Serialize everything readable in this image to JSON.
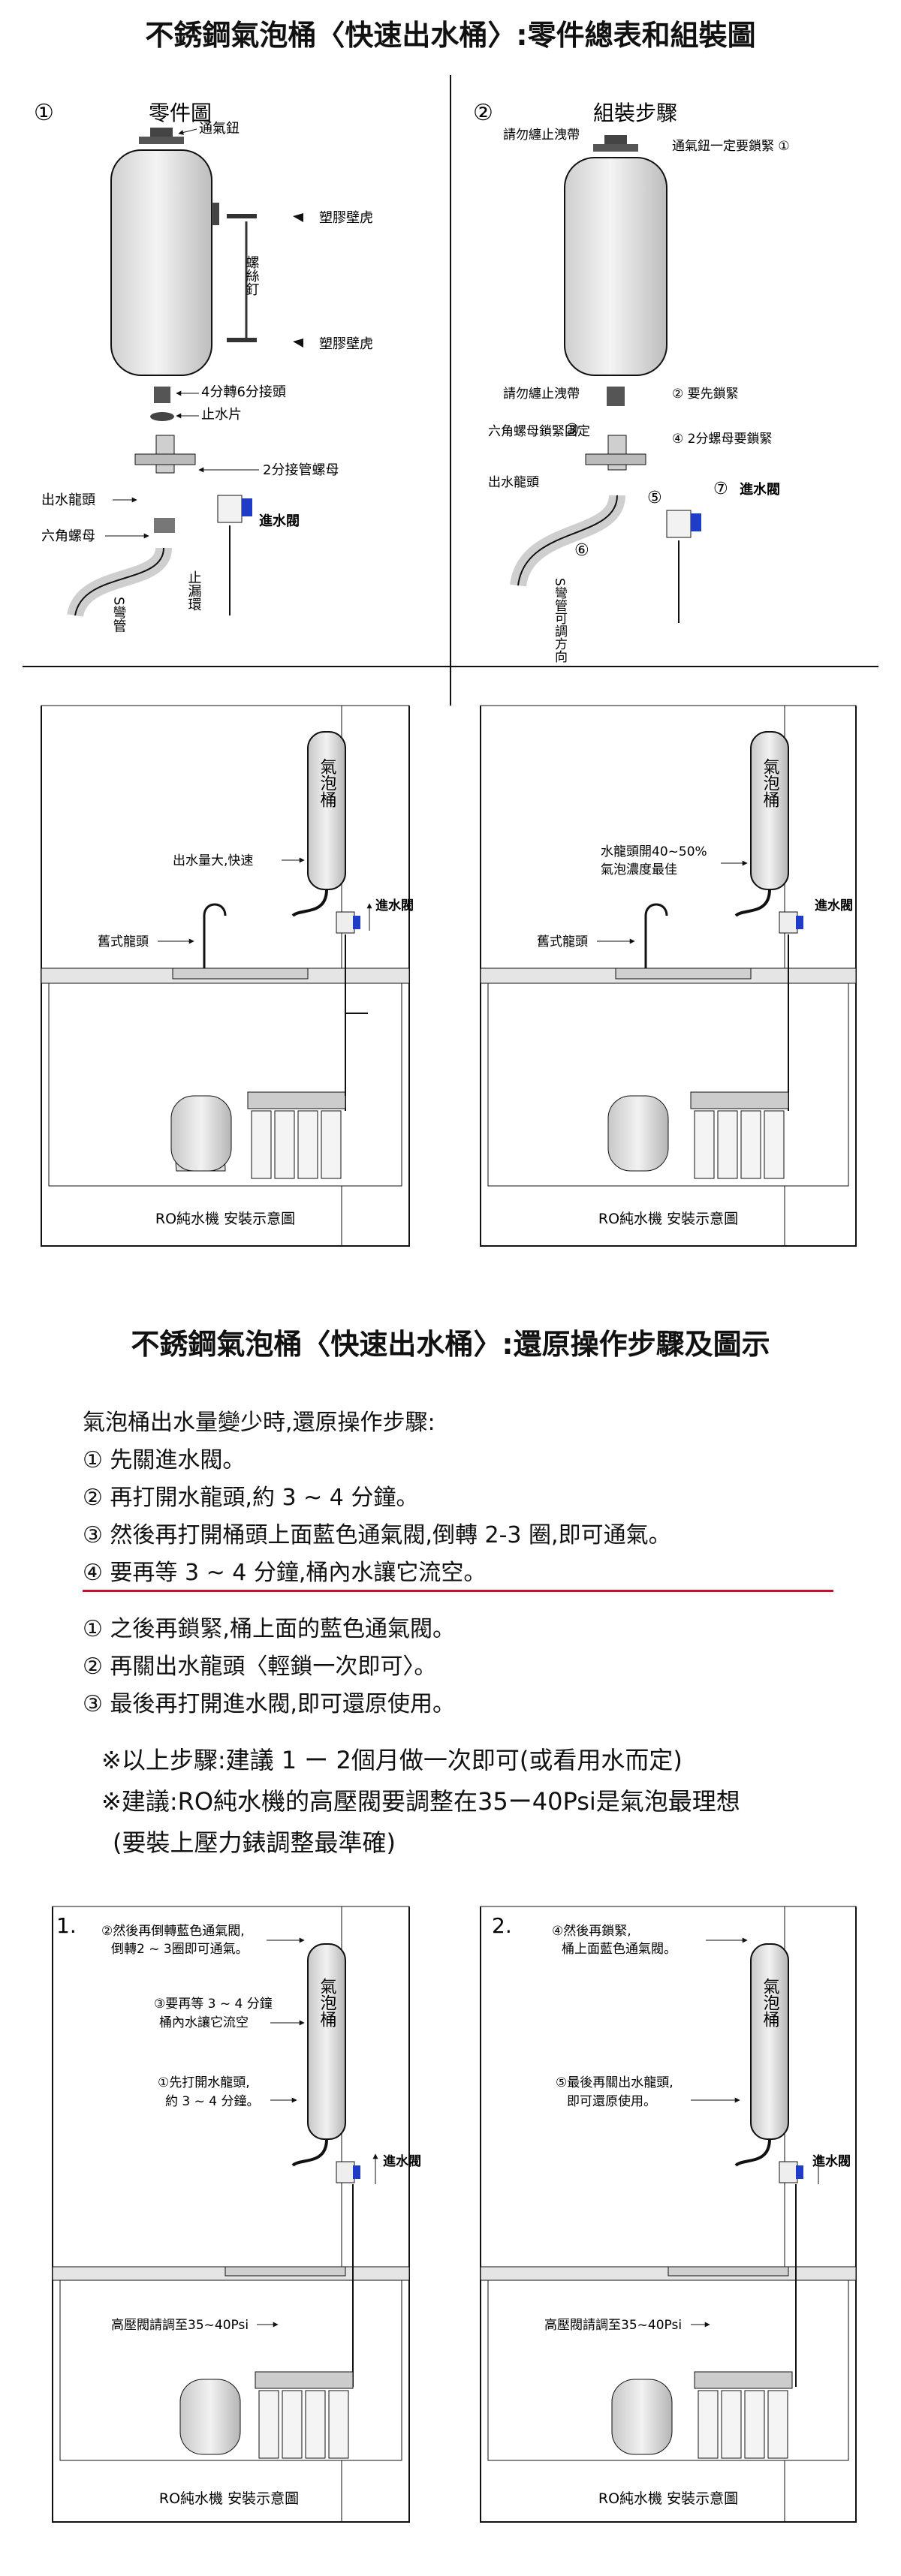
{
  "top_title": "不銹鋼氣泡桶〈快速出水桶〉:零件總表和組裝圖",
  "parts_panel": {
    "number": "①",
    "title": "零件圖",
    "labels": {
      "vent_knob": "通氣鈕",
      "screw": "螺絲釘",
      "anchor1": "塑膠壁虎",
      "anchor2": "塑膠壁虎",
      "adapter": "4分轉6分接頭",
      "washer": "止水片",
      "nut_connector": "2分接管螺母",
      "outlet_faucet": "出水龍頭",
      "hex_nut": "六角螺母",
      "inlet_valve": "進水閥",
      "leak_ring": "止漏環",
      "s_pipe": "S彎管"
    }
  },
  "assembly_panel": {
    "number": "②",
    "title": "組裝步驟",
    "labels": {
      "no_tape_top": "請勿纏止洩帶",
      "vent_tight": "通氣鈕一定要鎖緊 ①",
      "no_tape_bottom": "請勿纏止洩帶",
      "must_tight": "② 要先鎖緊",
      "hex_lock": "六角螺母鎖緊固定",
      "step3": "③",
      "nut_tight": "④ 2分螺母要鎖緊",
      "outlet_faucet": "出水龍頭",
      "step5": "⑤",
      "step7": "⑦",
      "inlet_valve": "進水閥",
      "step6": "⑥",
      "s_pipe_dir": "S彎管可調方向"
    }
  },
  "install_left": {
    "tank_label": "氣泡桶",
    "note": "出水量大,快速",
    "inlet_valve": "進水閥",
    "old_faucet": "舊式龍頭",
    "caption": "RO純水機 安裝示意圖"
  },
  "install_right": {
    "tank_label": "氣泡桶",
    "note_line1": "水龍頭開40~50%",
    "note_line2": "氣泡濃度最佳",
    "inlet_valve": "進水閥",
    "old_faucet": "舊式龍頭",
    "caption": "RO純水機 安裝示意圖"
  },
  "restore_title": "不銹鋼氣泡桶〈快速出水桶〉:還原操作步驟及圖示",
  "restore_steps": {
    "intro": "氣泡桶出水量變少時,還原操作步驟:",
    "first": [
      "① 先關進水閥。",
      "② 再打開水龍頭,約 3 ~ 4 分鐘。",
      "③ 然後再打開桶頭上面藍色通氣閥,倒轉 2-3 圈,即可通氣。",
      "④ 要再等 3 ~ 4 分鐘,桶內水讓它流空。"
    ],
    "second": [
      "① 之後再鎖緊,桶上面的藍色通氣閥。",
      "② 再關出水龍頭〈輕鎖一次即可〉。",
      "③ 最後再打開進水閥,即可還原使用。"
    ]
  },
  "notes": {
    "note1": "※以上步驟:建議 1 ー 2個月做一次即可(或看用水而定)",
    "note2": "※建議:RO純水機的高壓閥要調整在35ー40Psi是氣泡最理想",
    "note3": "(要裝上壓力錶調整最準確)"
  },
  "bottom_left": {
    "number": "1.",
    "step2_line1": "②然後再倒轉藍色通氣閥,",
    "step2_line2": "倒轉2 ~ 3圈即可通氣。",
    "step3_line1": "③要再等 3 ~ 4 分鐘",
    "step3_line2": "桶內水讓它流空",
    "step1_line1": "①先打開水龍頭,",
    "step1_line2": "約 3 ~ 4 分鐘。",
    "tank_label": "氣泡桶",
    "inlet_valve": "進水閥",
    "pressure": "高壓閥請調至35~40Psi",
    "caption": "RO純水機 安裝示意圖"
  },
  "bottom_right": {
    "number": "2.",
    "step4_line1": "④然後再鎖緊,",
    "step4_line2": "桶上面藍色通氣閥。",
    "step5_line1": "⑤最後再關出水龍頭,",
    "step5_line2": "即可還原使用。",
    "tank_label": "氣泡桶",
    "inlet_valve": "進水閥",
    "pressure": "高壓閥請調至35~40Psi",
    "caption": "RO純水機 安裝示意圖"
  },
  "colors": {
    "valve_blue": "#1f3cc8",
    "red_rule": "#c8102e",
    "tank_gray": "#d9d9d9",
    "line": "#111111"
  }
}
